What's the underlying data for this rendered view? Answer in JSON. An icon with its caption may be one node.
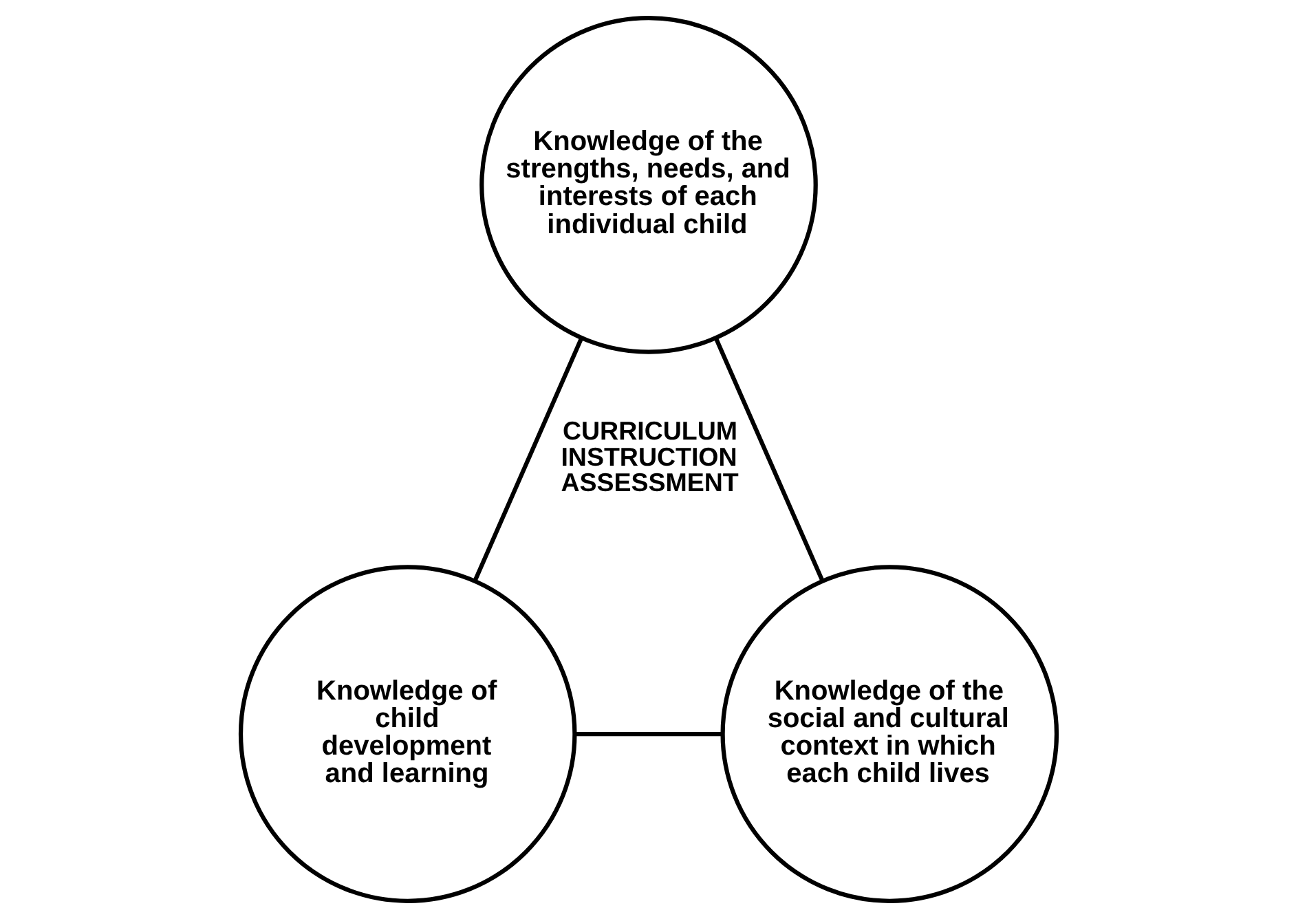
{
  "diagram": {
    "nodes": [
      {
        "text": [
          "Knowledge of the strengths, needs, and interests of each individual child"
        ]
      },
      {
        "text": [
          "Knowledge of child development and learning"
        ]
      },
      {
        "text": [
          "Knowledge of the social and cultural context in which each child lives"
        ]
      }
    ],
    "edges": [
      {
        "from": 0,
        "to": 1,
        "arrow": "none"
      },
      {
        "from": 0,
        "to": 2,
        "arrow": "none"
      },
      {
        "from": 1,
        "to": 2,
        "arrow": "none"
      }
    ],
    "labels": [
      "CURRICULUM INSTRUCTION ASSESSMENT"
    ]
  }
}
